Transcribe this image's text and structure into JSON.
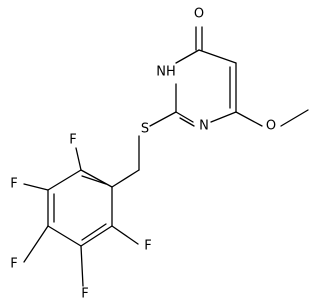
{
  "molecule": {
    "atoms": {
      "oxygen_carbonyl": "O",
      "nh": "NH",
      "n_ring": "N",
      "oxygen_methoxy": "O",
      "sulfur": "S",
      "f_top": "F",
      "f_left_upper": "F",
      "f_left_lower": "F",
      "f_bottom": "F",
      "f_right": "F"
    },
    "colors": {
      "bond": "#000000",
      "label": "#000000",
      "background": "#ffffff"
    }
  }
}
